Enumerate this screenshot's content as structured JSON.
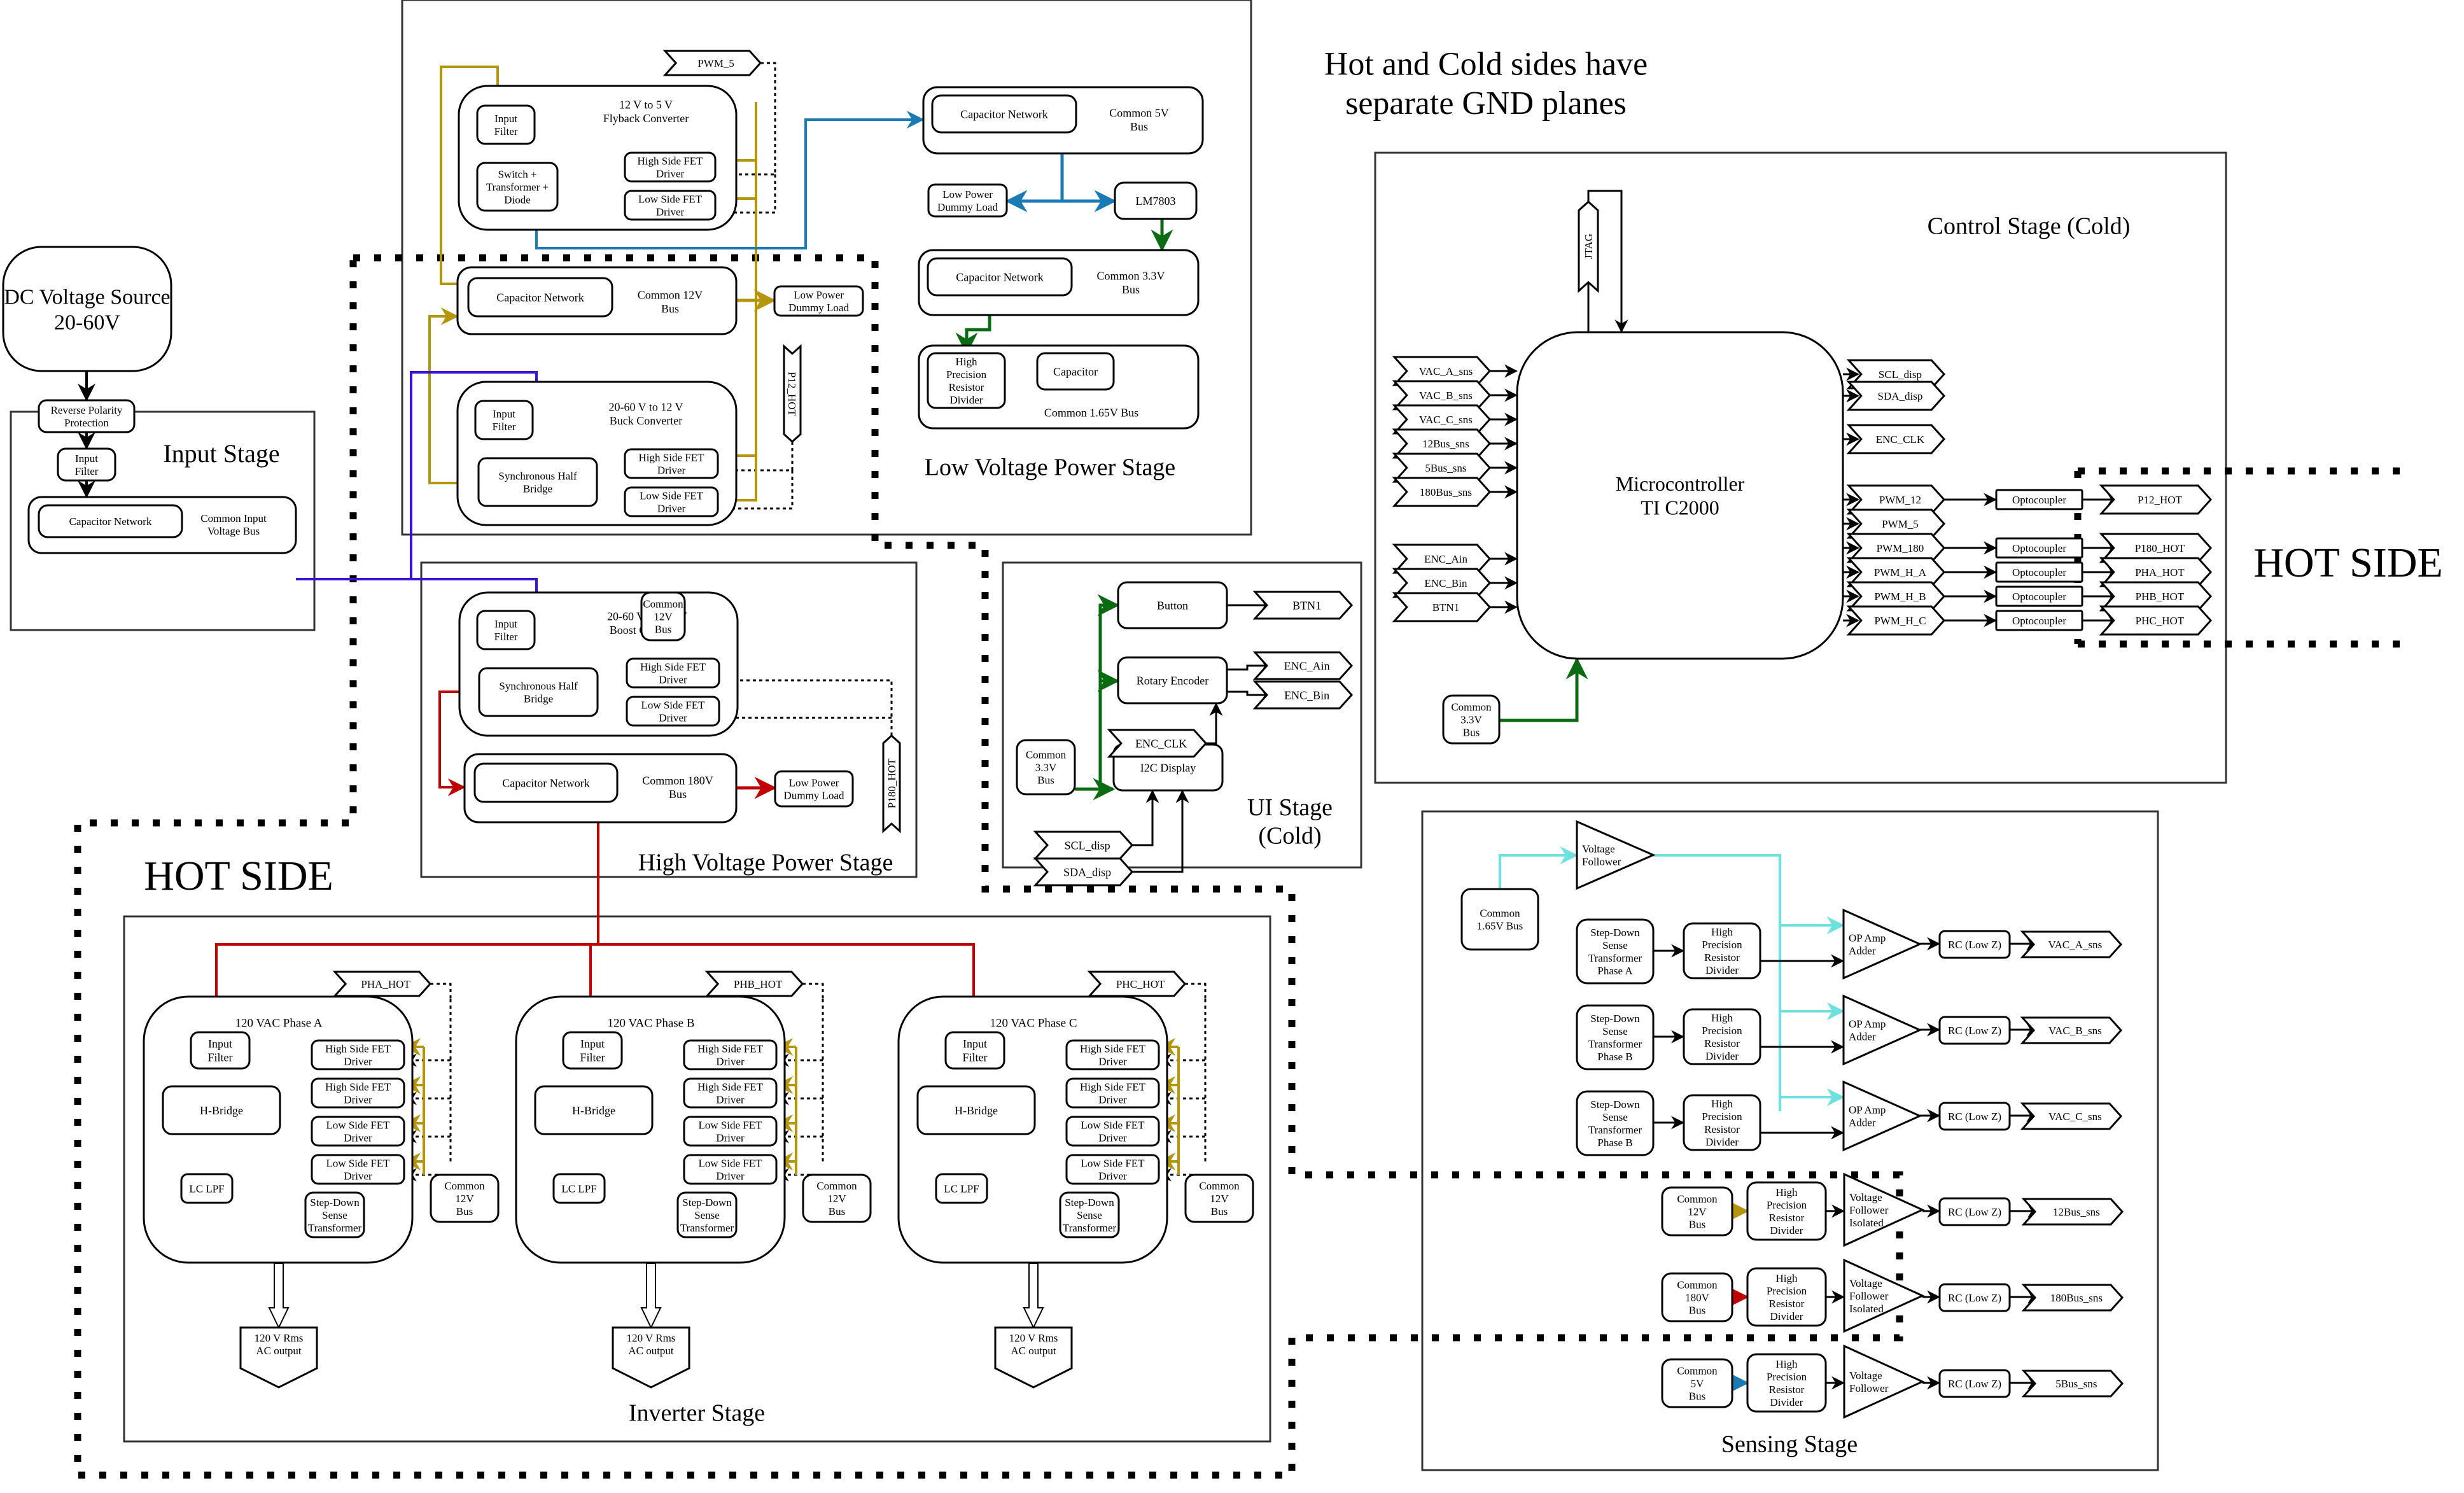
{
  "annotations": {
    "gnd_note": [
      "Hot and Cold sides have",
      "separate GND planes"
    ],
    "hot_side_left": "HOT SIDE",
    "hot_side_right": "HOT SIDE",
    "hot_color": "#e01b24"
  },
  "colors": {
    "bus_12v": "#b5960a",
    "bus_5v": "#1a7ab5",
    "bus_3v3": "#0b6b12",
    "bus_180v": "#c00000",
    "bus_input": "#3b11d6",
    "bus_1v65": "#6fe0e0"
  },
  "dc_source": {
    "label": [
      "DC Voltage Source",
      "20-60V"
    ]
  },
  "input_stage": {
    "title": "Input Stage",
    "reverse_polarity": [
      "Reverse Polarity",
      "Protection"
    ],
    "input_filter": [
      "Input",
      "Filter"
    ],
    "cap_network": "Capacitor Network",
    "bus_label": [
      "Common Input",
      "Voltage Bus"
    ]
  },
  "low_voltage_stage": {
    "title": "Low Voltage Power Stage",
    "flyback": {
      "title": [
        "12 V to 5 V",
        "Flyback Converter"
      ],
      "input_filter": [
        "Input",
        "Filter"
      ],
      "switch": [
        "Switch +",
        "Transformer +",
        "Diode"
      ],
      "high_driver": [
        "High Side FET",
        "Driver"
      ],
      "low_driver": [
        "Low Side FET",
        "Driver"
      ],
      "pwm_signal": "PWM_5"
    },
    "bus12": {
      "cap_network": "Capacitor Network",
      "label": [
        "Common 12V",
        "Bus"
      ],
      "dummy_load": [
        "Low Power",
        "Dummy Load"
      ]
    },
    "buck": {
      "title": [
        "20-60 V to 12 V",
        "Buck Converter"
      ],
      "input_filter": [
        "Input",
        "Filter"
      ],
      "half_bridge": [
        "Synchronous Half",
        "Bridge"
      ],
      "high_driver": [
        "High Side FET",
        "Driver"
      ],
      "low_driver": [
        "Low Side FET",
        "Driver"
      ],
      "pwm_signal": "P12_HOT"
    },
    "bus5": {
      "cap_network": "Capacitor Network",
      "label": [
        "Common 5V",
        "Bus"
      ],
      "dummy_load": [
        "Low Power",
        "Dummy Load"
      ],
      "regulator": "LM7803"
    },
    "bus33": {
      "cap_network": "Capacitor Network",
      "label": [
        "Common 3.3V",
        "Bus"
      ]
    },
    "bus165": {
      "divider": [
        "High",
        "Precision",
        "Resistor",
        "Divider"
      ],
      "capacitor": "Capacitor",
      "label": "Common 1.65V Bus"
    }
  },
  "high_voltage_stage": {
    "title": "High Voltage Power Stage",
    "boost": {
      "title": [
        "20-60 V to 180 V",
        "Boost Converter"
      ],
      "input_filter": [
        "Input",
        "Filter"
      ],
      "half_bridge": [
        "Synchronous Half",
        "Bridge"
      ],
      "high_driver": [
        "High Side FET",
        "Driver"
      ],
      "low_driver": [
        "Low Side FET",
        "Driver"
      ]
    },
    "bus12_ref": [
      "Common",
      "12V",
      "Bus"
    ],
    "pwm_signal": "P180_HOT",
    "bus180": {
      "cap_network": "Capacitor Network",
      "label": [
        "Common 180V",
        "Bus"
      ],
      "dummy_load": [
        "Low Power",
        "Dummy Load"
      ]
    }
  },
  "ui_stage": {
    "title": [
      "UI Stage",
      "(Cold)"
    ],
    "button": "Button",
    "encoder": "Rotary Encoder",
    "display": "I2C Display",
    "bus33_ref": [
      "Common",
      "3.3V",
      "Bus"
    ],
    "signals": {
      "btn": "BTN1",
      "enc_a": "ENC_Ain",
      "enc_b": "ENC_Bin",
      "enc_clk": "ENC_CLK",
      "scl": "SCL_disp",
      "sda": "SDA_disp"
    }
  },
  "control_stage": {
    "title": "Control Stage (Cold)",
    "mcu": [
      "Microcontroller",
      "TI C2000"
    ],
    "jtag": "JTAG",
    "bus33_ref": [
      "Common",
      "3.3V",
      "Bus"
    ],
    "inputs": [
      "VAC_A_sns",
      "VAC_B_sns",
      "VAC_C_sns",
      "12Bus_sns",
      "5Bus_sns",
      "180Bus_sns"
    ],
    "ui_inputs": [
      "ENC_Ain",
      "ENC_Bin",
      "BTN1"
    ],
    "ui_outputs": [
      "SCL_disp",
      "SDA_disp",
      "ENC_CLK"
    ],
    "pwm_outputs": [
      {
        "pwm": "PWM_12",
        "opto": "Optocoupler",
        "hot": "P12_HOT"
      },
      {
        "pwm": "PWM_5",
        "opto": null,
        "hot": null
      },
      {
        "pwm": "PWM_180",
        "opto": "Optocoupler",
        "hot": "P180_HOT"
      },
      {
        "pwm": "PWM_H_A",
        "opto": "Optocoupler",
        "hot": "PHA_HOT"
      },
      {
        "pwm": "PWM_H_B",
        "opto": "Optocoupler",
        "hot": "PHB_HOT"
      },
      {
        "pwm": "PWM_H_C",
        "opto": "Optocoupler",
        "hot": "PHC_HOT"
      }
    ]
  },
  "inverter_stage": {
    "title": "Inverter Stage",
    "phases": [
      {
        "title": "120 VAC Phase A",
        "signal": "PHA_HOT"
      },
      {
        "title": "120 VAC Phase B",
        "signal": "PHB_HOT"
      },
      {
        "title": "120 VAC Phase C",
        "signal": "PHC_HOT"
      }
    ],
    "input_filter": [
      "Input",
      "Filter"
    ],
    "h_bridge": "H-Bridge",
    "drivers": [
      [
        "High Side FET",
        "Driver"
      ],
      [
        "High Side FET",
        "Driver"
      ],
      [
        "Low Side FET",
        "Driver"
      ],
      [
        "Low Side FET",
        "Driver"
      ]
    ],
    "lc_lpf": "LC LPF",
    "sense_xfmr": [
      "Step-Down",
      "Sense",
      "Transformer"
    ],
    "bus12_ref": [
      "Common",
      "12V",
      "Bus"
    ],
    "output": [
      "120 V Rms",
      "AC output"
    ]
  },
  "sensing_stage": {
    "title": "Sensing Stage",
    "bus165_ref": [
      "Common",
      "1.65V Bus"
    ],
    "follower": [
      "Voltage",
      "Follower"
    ],
    "ac_channels": [
      {
        "xfmr": [
          "Step-Down",
          "Sense",
          "Transformer",
          "Phase A"
        ],
        "out": "VAC_A_sns"
      },
      {
        "xfmr": [
          "Step-Down",
          "Sense",
          "Transformer",
          "Phase B"
        ],
        "out": "VAC_B_sns"
      },
      {
        "xfmr": [
          "Step-Down",
          "Sense",
          "Transformer",
          "Phase B"
        ],
        "out": "VAC_C_sns"
      }
    ],
    "divider": [
      "High",
      "Precision",
      "Resistor",
      "Divider"
    ],
    "adder": [
      "OP Amp",
      "Adder"
    ],
    "rc": "RC (Low Z)",
    "dc_channels": [
      {
        "bus": [
          "Common",
          "12V",
          "Bus"
        ],
        "follower": [
          "Voltage",
          "Follower",
          "Isolated"
        ],
        "out": "12Bus_sns",
        "color_key": "bus_12v"
      },
      {
        "bus": [
          "Common",
          "180V",
          "Bus"
        ],
        "follower": [
          "Voltage",
          "Follower",
          "Isolated"
        ],
        "out": "180Bus_sns",
        "color_key": "bus_180v"
      },
      {
        "bus": [
          "Common",
          "5V",
          "Bus"
        ],
        "follower": [
          "Voltage",
          "Follower"
        ],
        "out": "5Bus_sns",
        "color_key": "bus_5v"
      }
    ]
  }
}
